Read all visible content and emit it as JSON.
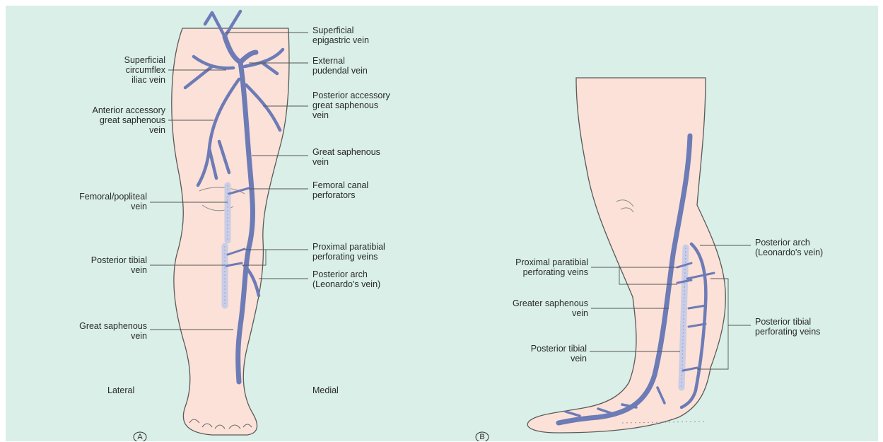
{
  "colors": {
    "background": "#d9efe8",
    "skin": "#fbe1d8",
    "skin_outline": "#5a5a5a",
    "superficial_vein": "#6d7bb6",
    "deep_vein": "#c9cde6",
    "leader": "#555555"
  },
  "panel_a": {
    "marker": "A",
    "side_lateral": "Lateral",
    "side_medial": "Medial",
    "labels": {
      "superficial_epigastric": "Superficial\nepigastric vein",
      "superficial_circumflex": "Superficial\ncircumflex\niliac vein",
      "external_pudendal": "External\npudendal vein",
      "posterior_accessory": "Posterior accessory\ngreat saphenous\nvein",
      "anterior_accessory": "Anterior accessory\ngreat saphenous\nvein",
      "great_saphenous_upper": "Great saphenous\nvein",
      "femoral_popliteal": "Femoral/popliteal\nvein",
      "femoral_canal": "Femoral canal\nperforators",
      "proximal_paratibial": "Proximal paratibial\nperforating veins",
      "posterior_tibial": "Posterior tibial\nvein",
      "posterior_arch": "Posterior arch\n(Leonardo's vein)",
      "great_saphenous_lower": "Great saphenous\nvein"
    }
  },
  "panel_b": {
    "marker": "B",
    "labels": {
      "posterior_arch": "Posterior arch\n(Leonardo's vein)",
      "proximal_paratibial": "Proximal paratibial\nperforating veins",
      "greater_saphenous": "Greater saphenous\nvein",
      "posterior_tibial_perforating": "Posterior tibial\nperforating veins",
      "posterior_tibial": "Posterior tibial\nvein"
    }
  }
}
